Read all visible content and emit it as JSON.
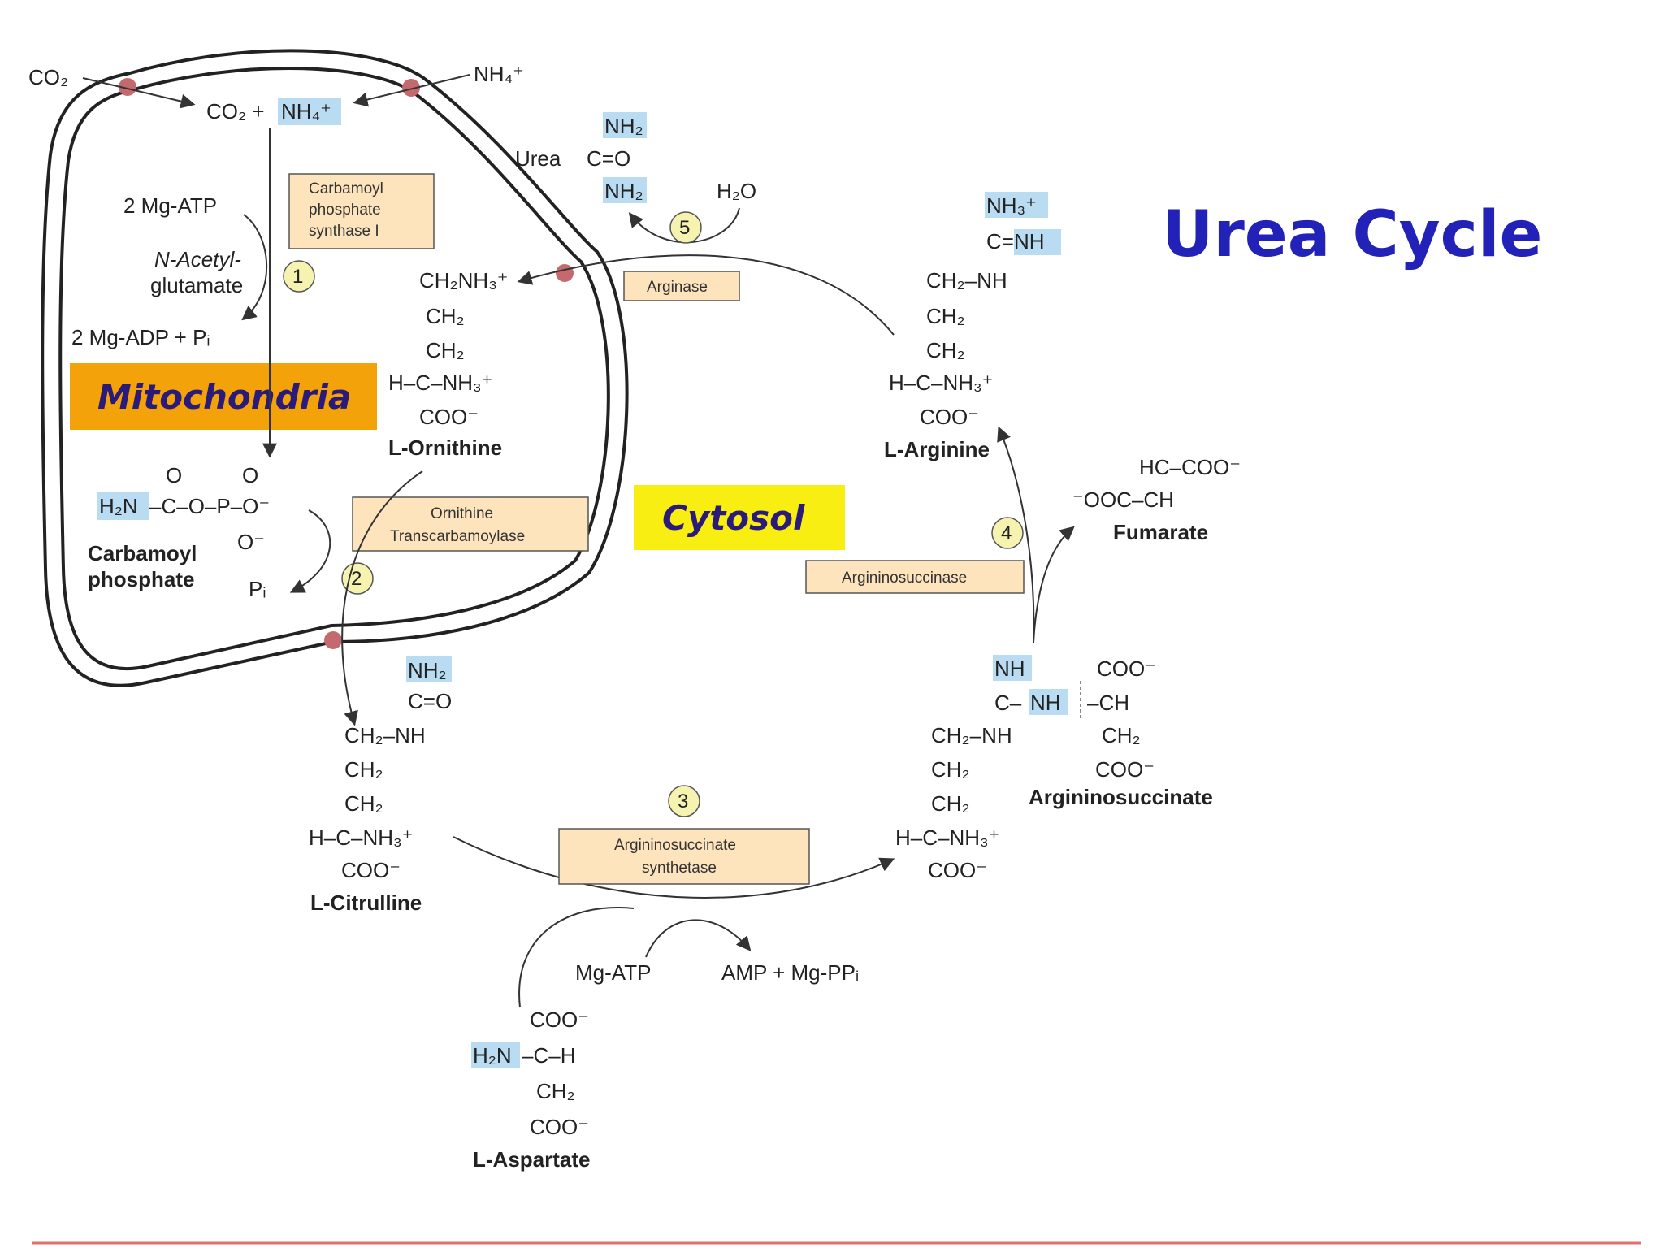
{
  "title": "Urea Cycle",
  "labels": {
    "mitochondria": "Mitochondria",
    "cytosol": "Cytosol"
  },
  "colors": {
    "title": "#2222b8",
    "mitochondria_box": "#f4a20a",
    "cytosol_box": "#f8ee12",
    "enzyme_box": "#fde4bd",
    "highlight": "#b9dcf2",
    "transporter": "#c46a6e",
    "bottom_rule": "#e07070"
  },
  "inputs": {
    "co2": "CO₂",
    "nh4": "NH₄⁺",
    "co2_plus": "CO₂ +",
    "nh4_hl": "NH₄⁺"
  },
  "step1": {
    "atp": "2 Mg-ATP",
    "nag1": "N-Acetyl-",
    "nag2": "glutamate",
    "adp": "2 Mg-ADP + Pᵢ",
    "num": "1"
  },
  "enzymes": {
    "cps": [
      "Carbamoyl",
      "phosphate",
      "synthase  I"
    ],
    "otc": [
      "Ornithine",
      "Transcarbamoylase"
    ],
    "arginase": [
      "Arginase"
    ],
    "ass": [
      "Argininosuccinate",
      "synthetase"
    ],
    "asl": [
      "Argininosuccinase"
    ]
  },
  "carbamoyl_phosphate": {
    "o1": "O",
    "o2": "O",
    "h2n": "H₂N",
    "chain": "–C–O–P–O⁻",
    "o3": "O⁻",
    "name1": "Carbamoyl",
    "name2": "phosphate",
    "pi": "Pᵢ",
    "num": "2"
  },
  "ornithine": {
    "l1": "CH₂NH₃⁺",
    "l2": "CH₂",
    "l3": "CH₂",
    "l4": "H–C–NH₃⁺",
    "l5": "COO⁻",
    "name": "L-Ornithine"
  },
  "urea": {
    "nh2a": "NH₂",
    "label": "Urea",
    "co": "C=O",
    "nh2b": "NH₂",
    "h2o": "H₂O",
    "num": "5"
  },
  "arginine": {
    "l0": "NH₃⁺",
    "l1": "C=NH",
    "l2": "CH₂–NH",
    "l3": "CH₂",
    "l4": "CH₂",
    "l5": "H–C–NH₃⁺",
    "l6": "COO⁻",
    "name": "L-Arginine"
  },
  "fumarate": {
    "l1": "HC–COO⁻",
    "l2": "⁻OOC–CH",
    "name": "Fumarate",
    "num": "4"
  },
  "citrulline": {
    "l0": "NH₂",
    "l1": "C=O",
    "l2": "CH₂–NH",
    "l3": "CH₂",
    "l4": "CH₂",
    "l5": "H–C–NH₃⁺",
    "l6": "COO⁻",
    "name": "L-Citrulline"
  },
  "argininosuccinate": {
    "nh": "NH",
    "coo1": "COO⁻",
    "c": "C–",
    "nh2": "NH",
    "ch": "–CH",
    "l2": "CH₂–NH",
    "ch2r": "CH₂",
    "l3": "CH₂",
    "coo2": "COO⁻",
    "l4": "CH₂",
    "l5": "H–C–NH₃⁺",
    "l6": "COO⁻",
    "name": "Argininosuccinate"
  },
  "step3": {
    "num": "3",
    "atp": "Mg-ATP",
    "amp": "AMP + Mg-PPᵢ"
  },
  "aspartate": {
    "l1": "COO⁻",
    "h2n": "H₂N",
    "l2": "–C–H",
    "l3": "CH₂",
    "l4": "COO⁻",
    "name": "L-Aspartate"
  }
}
